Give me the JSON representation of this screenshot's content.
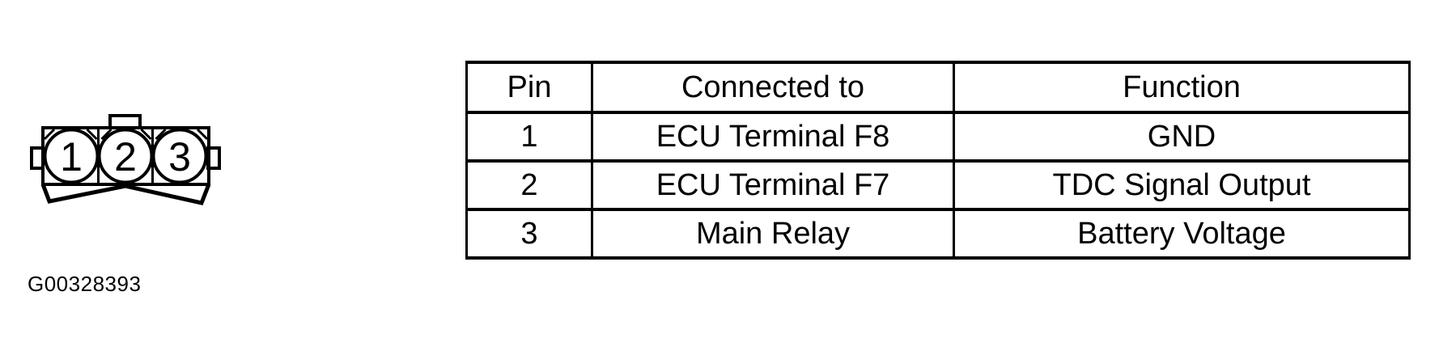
{
  "figure_id": "G00328393",
  "connector": {
    "pins": [
      "1",
      "2",
      "3"
    ]
  },
  "table": {
    "headers": [
      "Pin",
      "Connected to",
      "Function"
    ],
    "rows": [
      {
        "pin": "1",
        "connected_to": "ECU Terminal F8",
        "function": "GND"
      },
      {
        "pin": "2",
        "connected_to": "ECU Terminal F7",
        "function": "TDC Signal Output"
      },
      {
        "pin": "3",
        "connected_to": "Main Relay",
        "function": "Battery Voltage"
      }
    ]
  },
  "colors": {
    "ink": "#000000",
    "background": "#ffffff"
  }
}
